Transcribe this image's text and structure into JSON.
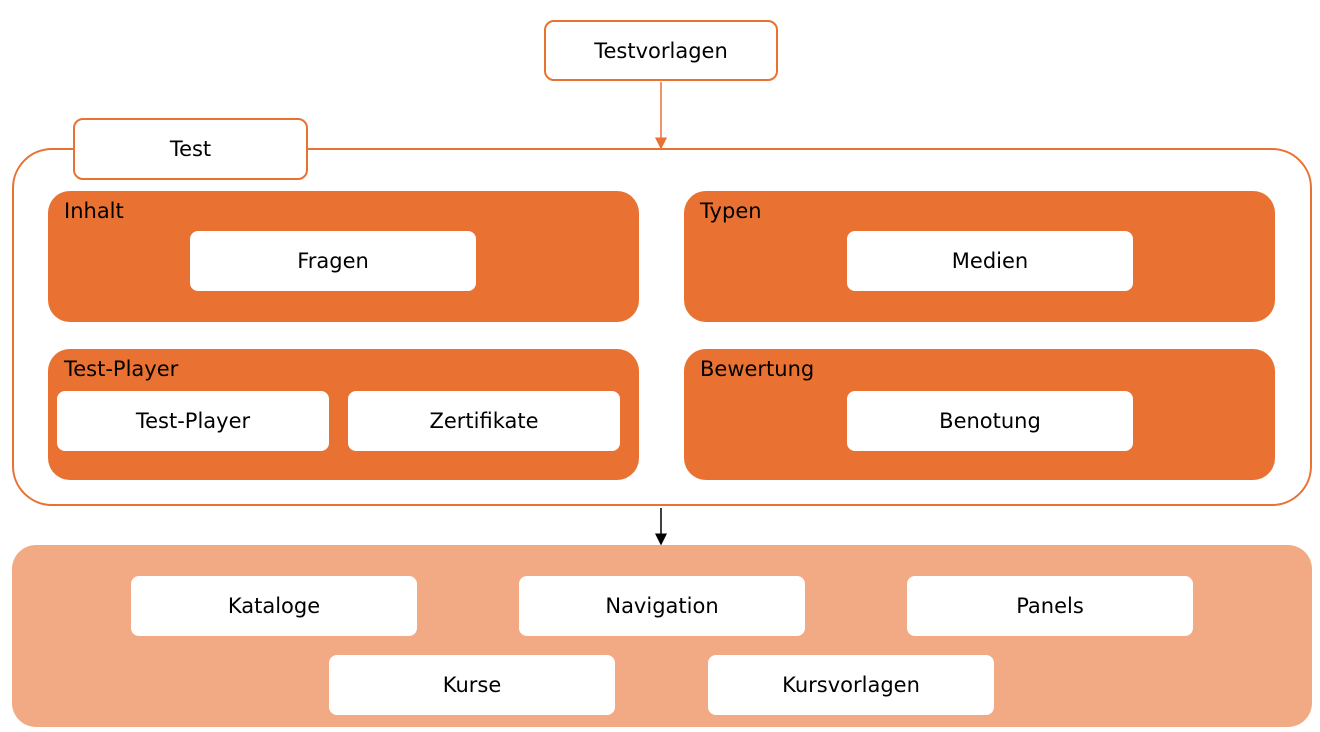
{
  "top_box": {
    "label": "Testvorlagen"
  },
  "test_group": {
    "label": "Test",
    "panels": {
      "inhalt": {
        "title": "Inhalt",
        "items": [
          "Fragen"
        ]
      },
      "typen": {
        "title": "Typen",
        "items": [
          "Medien"
        ]
      },
      "test_player": {
        "title": "Test-Player",
        "items": [
          "Test-Player",
          "Zertifikate"
        ]
      },
      "bewertung": {
        "title": "Bewertung",
        "items": [
          "Benotung"
        ]
      }
    }
  },
  "bottom_group": {
    "items": [
      "Kataloge",
      "Navigation",
      "Panels",
      "Kurse",
      "Kursvorlagen"
    ]
  },
  "colors": {
    "accent": "#e97132",
    "light_accent": "#f2aa84",
    "arrow_dark": "#000000"
  }
}
